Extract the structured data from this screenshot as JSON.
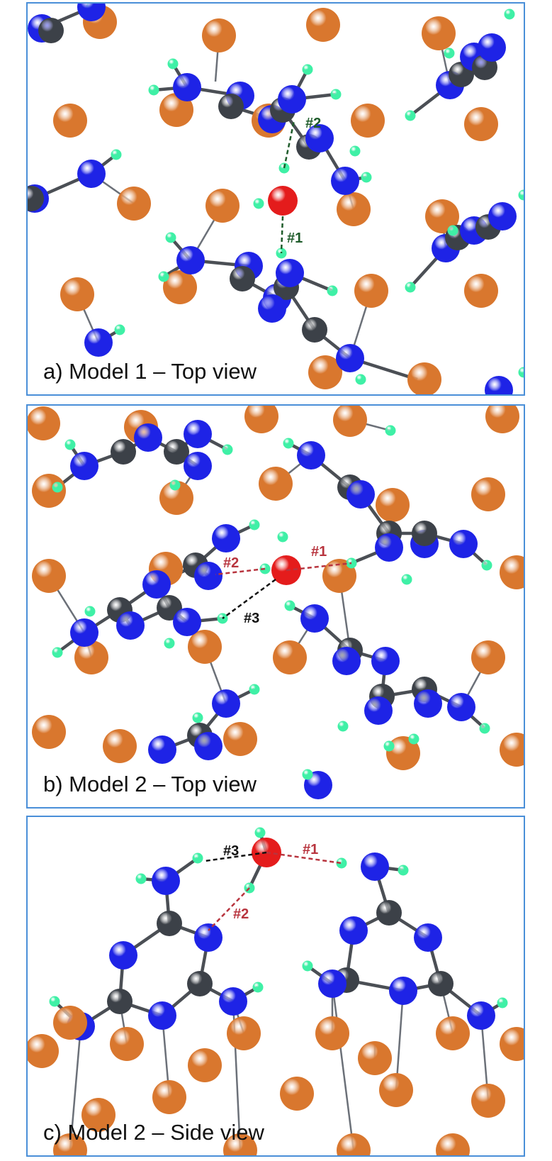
{
  "colors": {
    "panel_border": "#4a8fd8",
    "copper": "#d9772e",
    "nitrogen": "#1e23e6",
    "carbon": "#3c4148",
    "hydrogen": "#3ff0a6",
    "oxygen": "#e41c1c",
    "bond": "#4b4f55",
    "substrate_bond": "#6b7078",
    "hbond_green": "#1f5c2b",
    "hbond_red": "#b8343e",
    "hbond_black": "#111111"
  },
  "panels": {
    "a": {
      "caption": "a) Model 1 – Top view",
      "labels": {
        "l1": "#2",
        "l2": "#1"
      }
    },
    "b": {
      "caption": "b) Model 2 – Top view",
      "labels": {
        "l1": "#2",
        "l2": "#1",
        "l3": "#3"
      }
    },
    "c": {
      "caption": "c) Model 2 – Side view",
      "labels": {
        "l1": "#3",
        "l2": "#1",
        "l3": "#2"
      }
    }
  }
}
